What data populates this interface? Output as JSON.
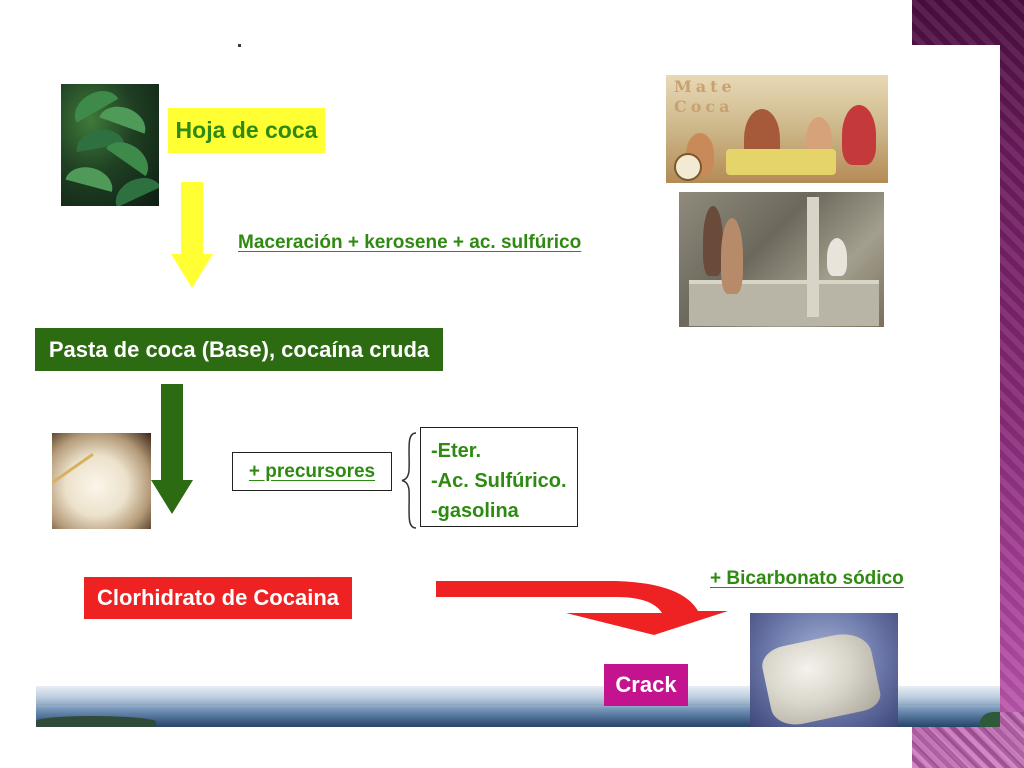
{
  "slide": {
    "hoja_label": "Hoja de coca",
    "maceracion_text": "Maceración + kerosene + ac. sulfúrico",
    "pasta_label": "Pasta de coca (Base), cocaína cruda",
    "precursores_text": "+ precursores",
    "precursor_list": [
      "-Eter.",
      "-Ac. Sulfúrico.",
      "-gasolina"
    ],
    "clorhidrato_label": "Clorhidrato de Cocaina",
    "bicarbonato_text": "+ Bicarbonato sódico",
    "crack_label": "Crack",
    "mate_coca_title": [
      "Mate",
      "Coca"
    ]
  },
  "icons": {
    "arrow_1": "yellow-down-arrow",
    "arrow_2": "green-down-arrow",
    "arrow_3": "red-curved-arrow",
    "brace": "left-curly-brace"
  },
  "colors": {
    "yellow": "#ffff33",
    "dark_green": "#2d6b12",
    "text_green": "#2f8a12",
    "red": "#ee2222",
    "magenta": "#c4138f",
    "purple_strip": "#6b1c5c"
  }
}
